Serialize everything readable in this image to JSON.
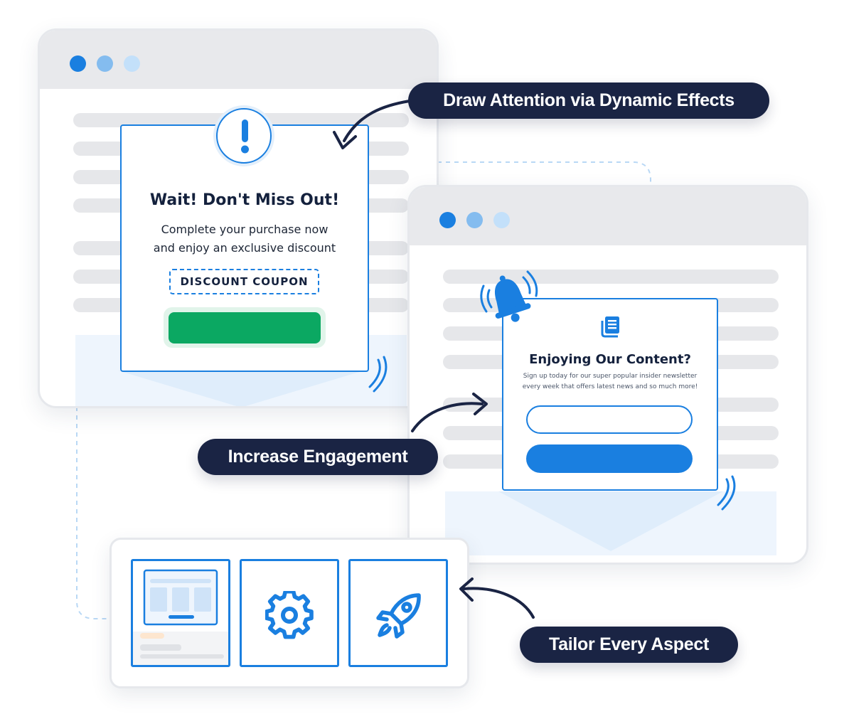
{
  "callouts": {
    "dynamic_effects": "Draw Attention via Dynamic Effects",
    "engagement": "Increase Engagement",
    "tailor": "Tailor Every Aspect"
  },
  "popup_discount": {
    "title": "Wait! Don't Miss Out!",
    "body_line1": "Complete your purchase now",
    "body_line2": "and enjoy an exclusive discount",
    "coupon_label": "DISCOUNT COUPON",
    "cta_label": ""
  },
  "popup_newsletter": {
    "title": "Enjoying Our Content?",
    "body_line1": "Sign up today for our super popular insider newsletter",
    "body_line2": "every week that offers latest news and so much more!",
    "email_placeholder": "",
    "submit_label": ""
  },
  "colors": {
    "accent_blue": "#1a7fe0",
    "success_green": "#0ba862",
    "navy": "#1a2444",
    "window_dot_1": "#1a7fe0",
    "window_dot_2": "#84bcef",
    "window_dot_3": "#c3e0fa"
  },
  "icons": {
    "alert": "exclamation-icon",
    "notification": "bell-icon",
    "newsletter": "newspaper-icon",
    "layout": "layout-icon",
    "settings": "gear-icon",
    "launch": "rocket-icon"
  }
}
